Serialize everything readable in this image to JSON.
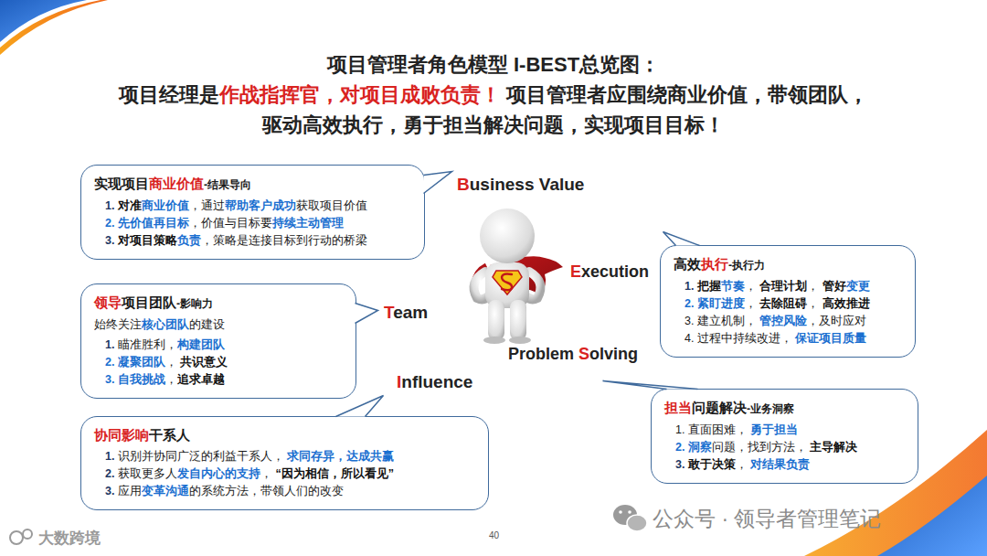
{
  "diagram": {
    "title": "项目管理者角色模型 I-BEST总览图： 项目经理是作战指挥官，对项目成败负责！ 项目管理者应围绕商业价值，带领团队， 驱动高效执行，勇于担当解决问题，实现项目目标！",
    "nodes": [
      {
        "text": [
          "实现项目商业价值-结果导向",
          "1. 对准商业价值，通过帮助客户成功获取项目价值",
          "2. 先价值再目标，价值与目标要持续主动管理",
          "3. 对项目策略负责，策略是连接目标到行动的桥梁"
        ]
      },
      {
        "text": [
          "领导项目团队-影响力",
          "始终关注核心团队的建设",
          "1. 瞄准胜利，构建团队",
          "2. 凝聚团队， 共识意义",
          "3. 自我挑战，追求卓越"
        ]
      },
      {
        "text": [
          "协同影响干系人",
          "1. 识别并协同广泛的利益干系人， 求同存异，达成共赢",
          "2. 获取更多人发自内心的支持， “因为相信，所以看见”",
          "3. 应用变革沟通的系统方法，带领人们的改变"
        ]
      },
      {
        "text": [
          "高效执行-执行力",
          "1. 把握节奏， 合理计划， 管好变更",
          "2. 紧盯进度， 去除阻碍， 高效推进",
          "3. 建立机制， 管控风险，及时应对",
          "4. 过程中持续改进， 保证项目质量"
        ]
      },
      {
        "text": [
          "担当问题解决-业务洞察",
          "1. 直面困难， 勇于担当",
          "2. 洞察问题，找到方法， 主导解决",
          "3. 敢于决策， 对结果负责"
        ]
      }
    ],
    "labels": [
      "Business Value",
      "Execution",
      "Team",
      "Problem Solving",
      "Influence",
      "40",
      "公众号 · 领导者管理笔记",
      "大数跨境"
    ]
  }
}
